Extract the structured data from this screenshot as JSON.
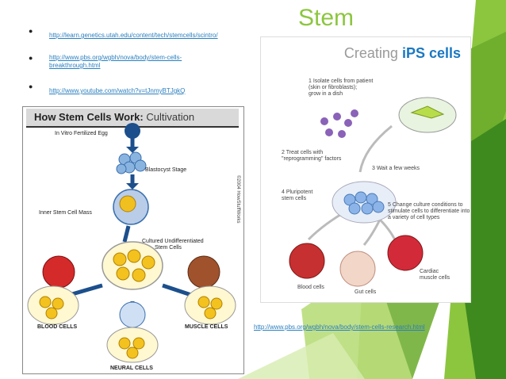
{
  "slide": {
    "title": "Stem",
    "links": [
      "http://learn.genetics.utah.edu/content/tech/stemcells/scintro/",
      "http://www.pbs.org/wgbh/nova/body/stem-cells-breakthrough.html",
      "http://www.youtube.com/watch?v=tJnmyBTJgkQ"
    ],
    "bottom_link": "http://www.pbs.org/wgbh/nova/body/stem-cells-research.html"
  },
  "left_figure": {
    "title_a": "How Stem Cells Work:",
    "title_b": "Cultivation",
    "labels": {
      "egg": "In Vitro Fertilized Egg",
      "blastocyst": "Blastocyst Stage",
      "inner": "Inner Stem Cell Mass",
      "cultured": "Cultured Undifferentiated",
      "cultured2": "Stem Cells",
      "blood": "BLOOD CELLS",
      "muscle": "MUSCLE CELLS",
      "neural": "NEURAL CELLS",
      "copyright": "©2004 HowStuffWorks"
    }
  },
  "right_figure": {
    "title_a": "Creating",
    "title_b": "iPS cells",
    "steps": [
      "1  Isolate cells from patient\n(skin or fibroblasts);\ngrow in a dish",
      "2  Treat cells with\n\"reprogramming\" factors",
      "3  Wait a few weeks",
      "4  Pluripotent\nstem cells",
      "5  Change culture conditions to\nstimulate cells to differentiate into\na variety of cell types"
    ],
    "outputs": [
      "Blood cells",
      "Gut cells",
      "Cardiac\nmuscle cells"
    ]
  }
}
